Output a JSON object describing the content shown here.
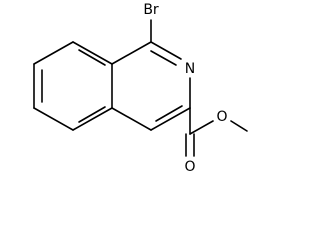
{
  "molecule": {
    "atoms": [
      {
        "label": "Br"
      },
      {
        "label": "N"
      },
      {
        "label": "O"
      },
      {
        "label": "O"
      }
    ]
  }
}
